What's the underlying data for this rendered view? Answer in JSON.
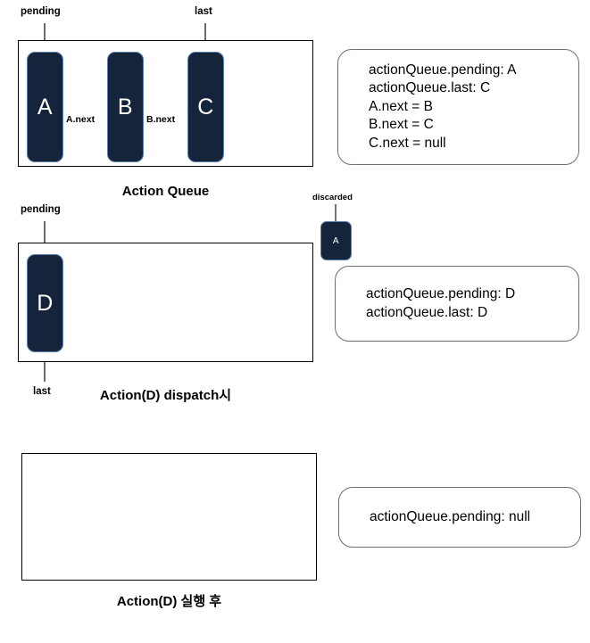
{
  "diagram": {
    "title": "Redux action queue linked-list diagram",
    "colors": {
      "node_fill": "#15243a",
      "node_border": "#5b7fae",
      "frame_border": "#000000",
      "note_border": "#6e6e6e",
      "text": "#000000",
      "node_text": "#ffffff"
    }
  },
  "sections": [
    {
      "id": "state-initial",
      "caption": "Action Queue",
      "nodes": [
        {
          "label": "A"
        },
        {
          "label": "B"
        },
        {
          "label": "C"
        }
      ],
      "edges": [
        {
          "label": "A.next",
          "from": "A",
          "to": "B"
        },
        {
          "label": "B.next",
          "from": "B",
          "to": "C"
        }
      ],
      "pointers": [
        {
          "label": "pending",
          "target": "A",
          "direction": "down"
        },
        {
          "label": "last",
          "target": "C",
          "direction": "down"
        }
      ],
      "note": "actionQueue.pending: A\nactionQueue.last: C\nA.next = B\nB.next = C\nC.next = null"
    },
    {
      "id": "state-dispatch",
      "caption": "Action(D) dispatch시",
      "nodes": [
        {
          "label": "D"
        }
      ],
      "edges": [],
      "pointers": [
        {
          "label": "pending",
          "target": "D",
          "direction": "down"
        },
        {
          "label": "last",
          "target": "D",
          "direction": "up"
        }
      ],
      "discarded": {
        "label": "discarded",
        "node": "A"
      },
      "note": "actionQueue.pending: D\nactionQueue.last: D"
    },
    {
      "id": "state-after",
      "caption": "Action(D) 실행 후",
      "nodes": [],
      "edges": [],
      "pointers": [],
      "note": "actionQueue.pending: null"
    }
  ]
}
